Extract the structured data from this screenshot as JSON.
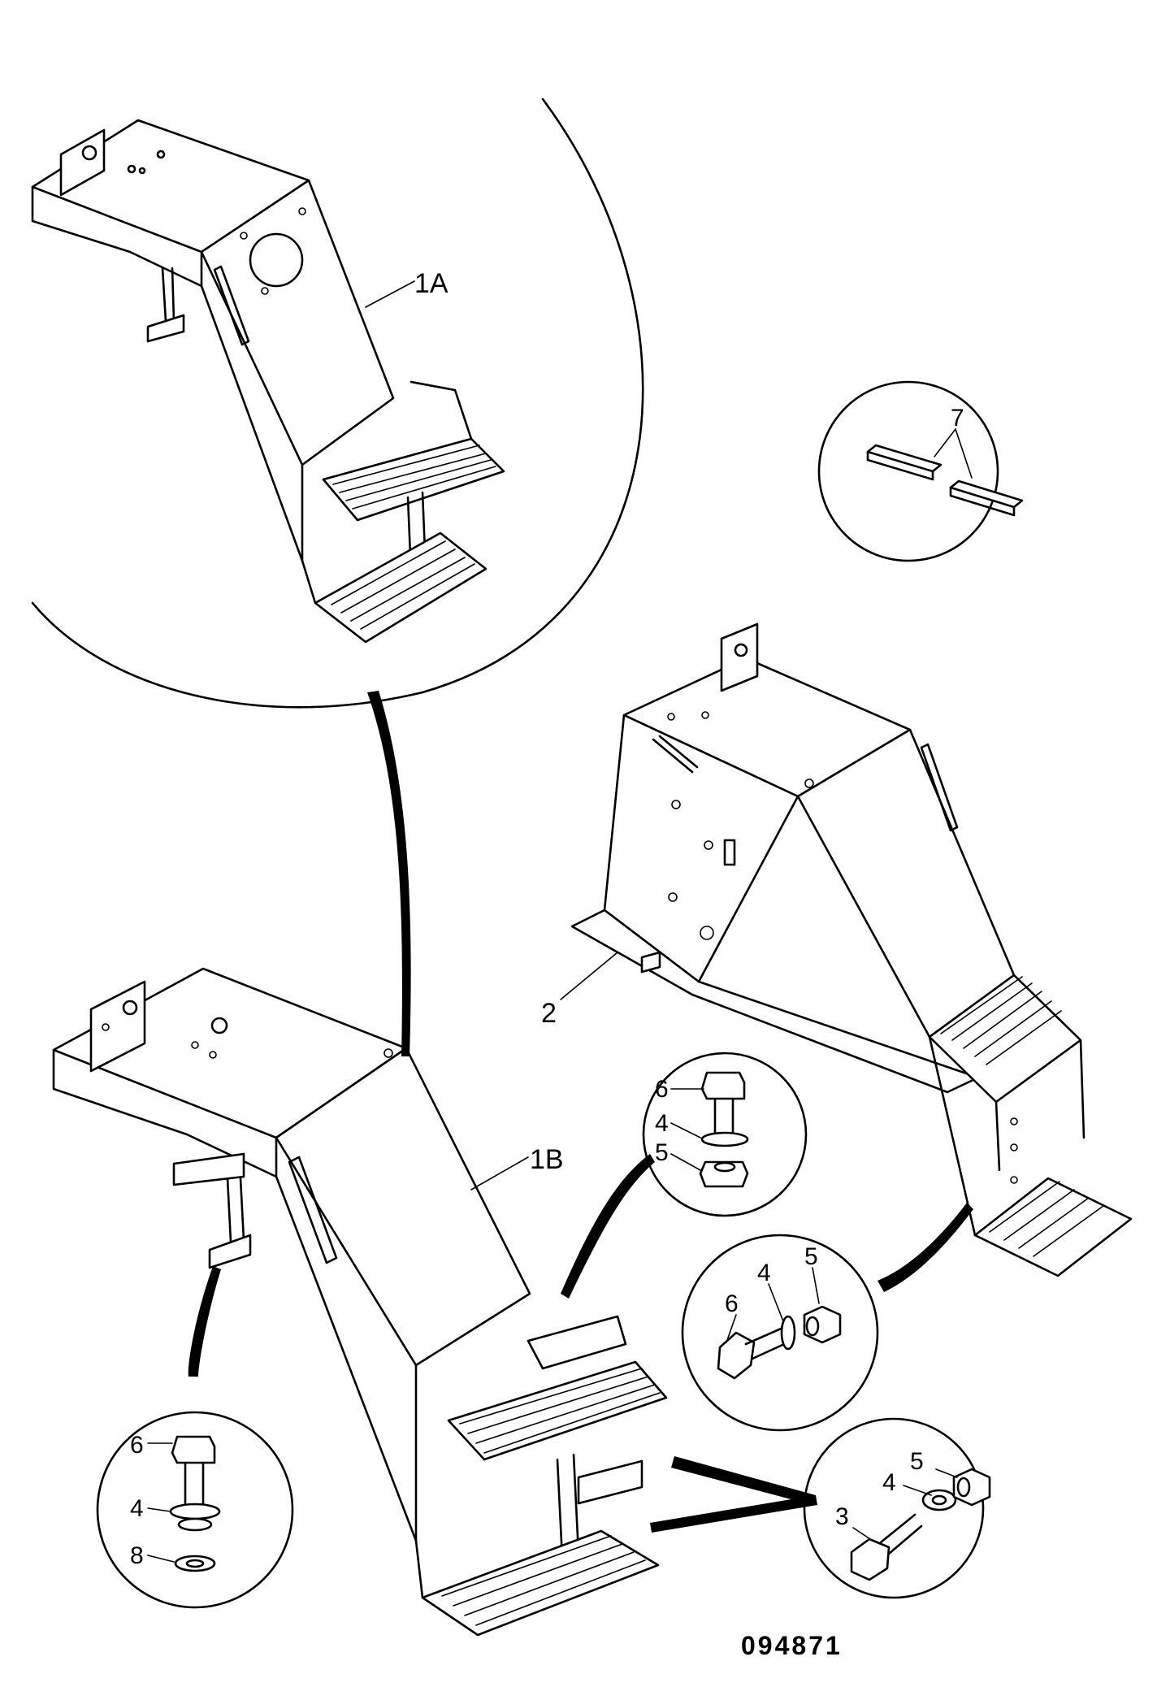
{
  "drawing": {
    "reference_number": "094871",
    "colors": {
      "ink": "#000000",
      "paper": "#ffffff"
    }
  },
  "callouts": {
    "item_1a": "1A",
    "item_1b": "1B",
    "item_2": "2",
    "item_7": "7",
    "detail_top_right": {
      "bolt": "6",
      "washer": "4",
      "nut": "5"
    },
    "detail_middle_right": {
      "bolt": "6",
      "washer": "4",
      "nut": "5"
    },
    "detail_lower_right": {
      "bolt": "3",
      "washer": "4",
      "nut": "5"
    },
    "detail_lower_left": {
      "bolt": "6",
      "washer": "4",
      "spring_washer": "8"
    }
  }
}
